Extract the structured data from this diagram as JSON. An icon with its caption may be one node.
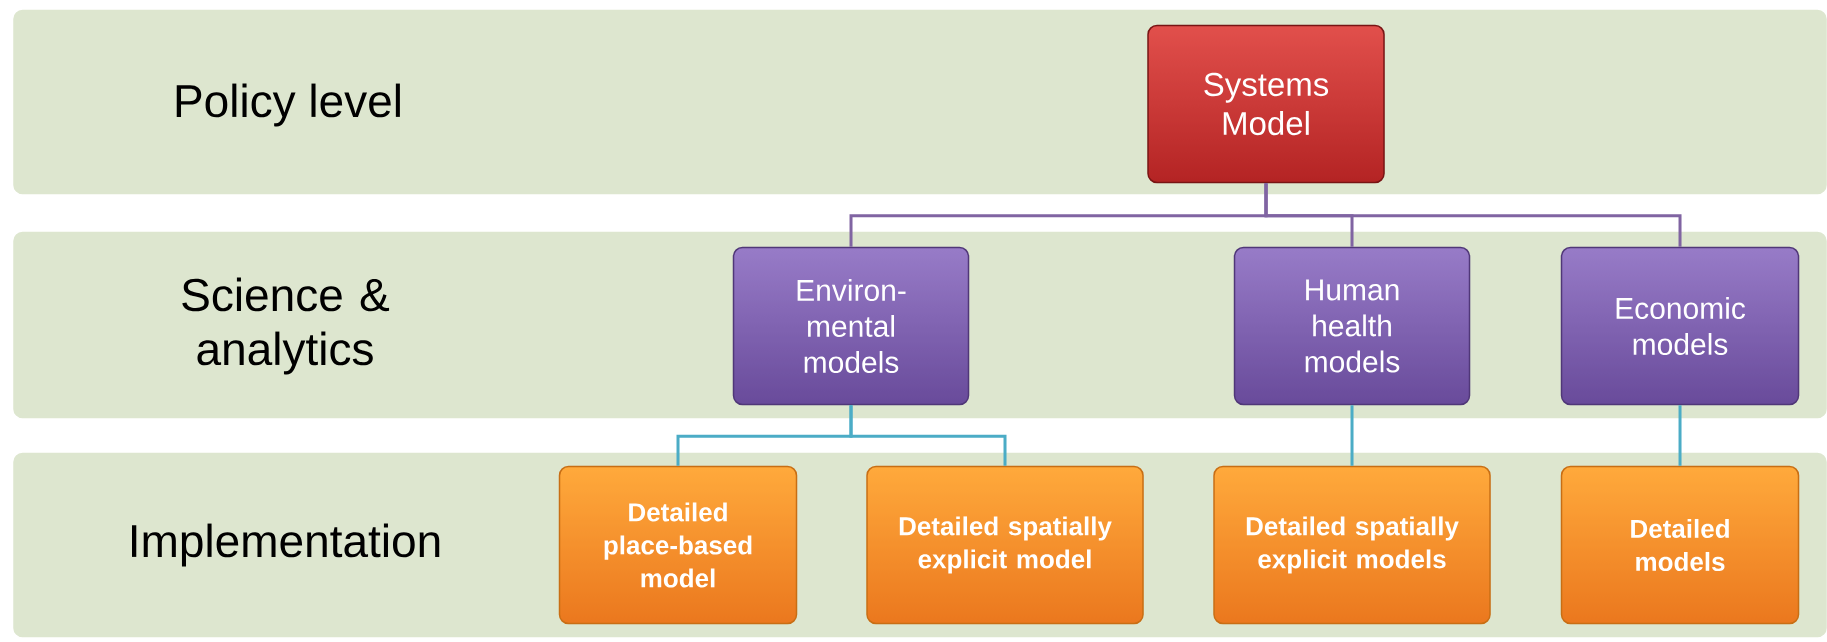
{
  "diagram": {
    "nodes": [
      {
        "text": [
          "Policy level"
        ]
      },
      {
        "text": [
          "Systems Model"
        ],
        "in": 0
      },
      {
        "text": [
          "Science & analytics"
        ]
      },
      {
        "text": [
          "Environ- mental models"
        ],
        "in": 2
      },
      {
        "text": [
          "Human health models"
        ],
        "in": 2
      },
      {
        "text": [
          "Economic models"
        ],
        "in": 2
      },
      {
        "text": [
          "Implementation"
        ]
      },
      {
        "text": [
          "Detailed place-based model"
        ],
        "in": 6
      },
      {
        "text": [
          "Detailed spatially explicit model"
        ],
        "in": 6
      },
      {
        "text": [
          "Detailed spatially explicit models"
        ],
        "in": 6
      },
      {
        "text": [
          "Detailed models"
        ],
        "in": 6
      }
    ],
    "edges": [
      {
        "from": 1,
        "to": 3,
        "arrow": "none",
        "color": "#8064a2"
      },
      {
        "from": 1,
        "to": 4,
        "arrow": "none",
        "color": "#8064a2"
      },
      {
        "from": 1,
        "to": 5,
        "arrow": "none",
        "color": "#8064a2"
      },
      {
        "from": 3,
        "to": 7,
        "arrow": "none",
        "color": "#4bacc6"
      },
      {
        "from": 3,
        "to": 8,
        "arrow": "none",
        "color": "#4bacc6"
      },
      {
        "from": 4,
        "to": 9,
        "arrow": "none",
        "color": "#4bacc6"
      },
      {
        "from": 5,
        "to": 10,
        "arrow": "none",
        "color": "#4bacc6"
      }
    ]
  }
}
